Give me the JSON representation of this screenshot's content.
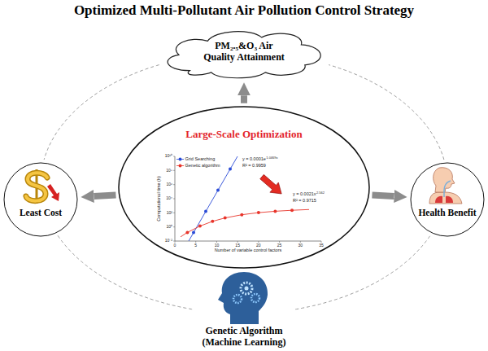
{
  "diagram": {
    "title": "Optimized Multi-Pollutant Air Pollution Control Strategy",
    "nodes": [
      {
        "text": [
          "PM₂.₅&O₃ Air Quality Attainment"
        ]
      },
      {
        "text": [
          "Least Cost"
        ]
      },
      {
        "text": [
          "Large-Scale Optimization"
        ]
      },
      {
        "text": [
          "Health Benefit"
        ]
      },
      {
        "text": [
          "Genetic Algorithm (Machine Learning)"
        ]
      }
    ],
    "edges": [
      {
        "from": 2,
        "to": 0,
        "arrow": "to"
      },
      {
        "from": 2,
        "to": 1,
        "arrow": "to"
      },
      {
        "from": 2,
        "to": 3,
        "arrow": "to"
      },
      {
        "from": 0,
        "to": 1,
        "arrow": "none"
      },
      {
        "from": 1,
        "to": 4,
        "arrow": "none"
      },
      {
        "from": 4,
        "to": 3,
        "arrow": "none"
      },
      {
        "from": 3,
        "to": 0,
        "arrow": "none"
      }
    ],
    "labels": [
      "y = 0.0001e",
      "1.0469x",
      "R² = 0.9959",
      "y = 0.0021x",
      "2.562",
      "R² = 0.9715",
      "Computational time (h)",
      "Number of variable control factors",
      "0",
      "5",
      "10",
      "15",
      "20",
      "25",
      "30",
      "35",
      "10⁻²",
      "10⁰",
      "10²",
      "10⁴",
      "10⁶",
      "10⁸",
      "10¹⁰"
    ],
    "legend": [
      {
        "text": "Grid Searching",
        "color": "#2a4bd7"
      },
      {
        "text": "Genetic algorithm",
        "color": "#e8352b"
      }
    ]
  }
}
